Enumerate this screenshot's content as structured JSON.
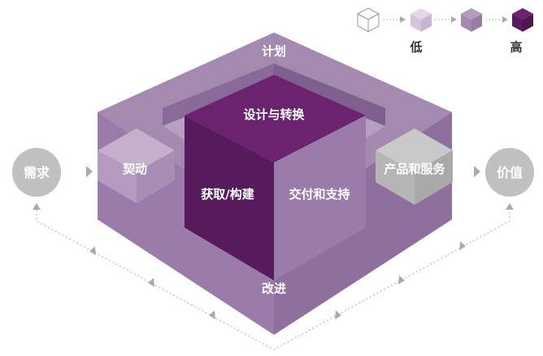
{
  "diagram": {
    "labels": {
      "plan": "计划",
      "design": "设计与转换",
      "acquire": "获取/构建",
      "deliver": "交付和支持",
      "engage": "契动",
      "products": "产品和服务",
      "improve": "改进",
      "demand": "需求",
      "value": "价值"
    },
    "legend": {
      "low": "低",
      "high": "高"
    },
    "colors": {
      "frame_top": "#a58aaf",
      "frame_side": "#9b7ba9",
      "core_top": "#6b2370",
      "core_left": "#551a5c",
      "core_right": "#9b7ba9",
      "engage_top": "#c4b0cc",
      "engage_left": "#b39cbf",
      "engage_right": "#a88db4",
      "products_top": "#c4c4c4",
      "products_left": "#b3b3b3",
      "products_right": "#a8a8a8",
      "circle": "#c0c0c0",
      "legend_1": "#ffffff",
      "legend_2": "#d9cbe0",
      "legend_3": "#a58aaf",
      "legend_4": "#5a1a5e"
    }
  }
}
